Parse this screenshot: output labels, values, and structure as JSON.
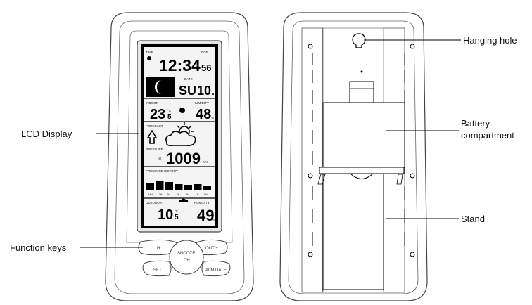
{
  "callouts": {
    "lcd_display": "LCD Display",
    "function_keys": "Function keys",
    "hanging_hole": "Hanging hole",
    "battery_line1": "Battery",
    "battery_line2": "compartment",
    "stand": "Stand"
  },
  "lcd": {
    "time_label": "TIME",
    "dcf_label": "DCF",
    "time": "12:34",
    "seconds": "56",
    "date_label": "DATE",
    "day": "SU",
    "date": "10.",
    "indoor_label": "INDOOR",
    "indoor_temp": "23",
    "indoor_temp_decimal": "5",
    "temp_unit": "°C",
    "humidity_label": "HUMIDITY",
    "indoor_humidity": "48",
    "humidity_unit": "%",
    "forecast_label": "FORECAST",
    "pressure_label": "PRESSURE",
    "rel_label": "rel",
    "pressure_value": "1009",
    "pressure_unit": "hPa",
    "pressure_history_label": "PRESSURE HISTORY",
    "history_bars": [
      0.55,
      0.7,
      0.6,
      0.45,
      0.4,
      0.45,
      0.3
    ],
    "history_ticks": [
      "-24H",
      "-12H",
      "-6H",
      "-3H",
      "-2H",
      "-1H",
      "0H"
    ],
    "outdoor_label": "OUTDOOR",
    "outdoor_temp": "10",
    "outdoor_temp_decimal": "5",
    "outdoor_humidity": "49"
  },
  "keys": {
    "left": "H",
    "right": "OUT/+",
    "center_line1": "SNOOZE",
    "center_line2": "CH",
    "set": "SET",
    "alm": "ALM/DATE"
  },
  "colors": {
    "lcd_background": "#000000",
    "lcd_face": "#f4f4f4",
    "outline": "#333333"
  }
}
